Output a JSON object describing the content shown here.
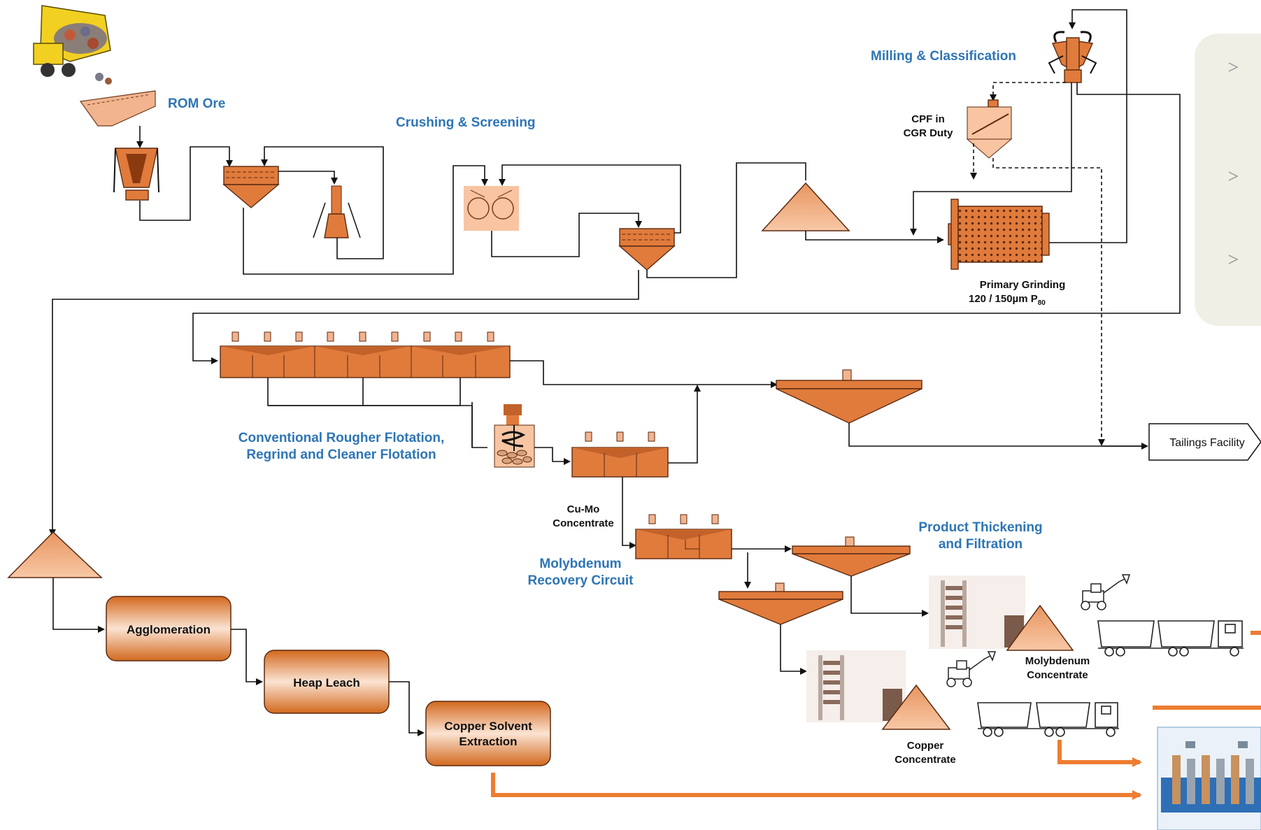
{
  "sections": {
    "rom_ore": "ROM Ore",
    "crushing": "Crushing & Screening",
    "milling": "Milling & Classification",
    "flotation_1": "Conventional Rougher Flotation,",
    "flotation_2": "Regrind and Cleaner Flotation",
    "moly_1": "Molybdenum",
    "moly_2": "Recovery Circuit",
    "product_1": "Product Thickening",
    "product_2": "and Filtration"
  },
  "labels": {
    "cpf_1": "CPF in",
    "cpf_2": "CGR Duty",
    "grinding_1": "Primary Grinding",
    "grinding_2": "120 / 150µm P",
    "grinding_sub": "80",
    "cumo_1": "Cu-Mo",
    "cumo_2": "Concentrate",
    "moly_conc_1": "Molybdenum",
    "moly_conc_2": "Concentrate",
    "cu_conc_1": "Copper",
    "cu_conc_2": "Concentrate",
    "tailings": "Tailings Facility"
  },
  "leach": {
    "agglomeration": "Agglomeration",
    "heap_leach": "Heap Leach",
    "sx_1": "Copper Solvent",
    "sx_2": "Extraction"
  },
  "colors": {
    "section_text": "#2E75B6",
    "equipment": "#E07B3C",
    "equipment_light": "#F2B48E",
    "product_line": "#ED7D31",
    "note_panel": "#EFEFE6"
  },
  "icons": [
    "dump-truck-icon",
    "loader-icon",
    "haul-truck-icon",
    "filter-press-icon",
    "electrowinning-icon"
  ]
}
